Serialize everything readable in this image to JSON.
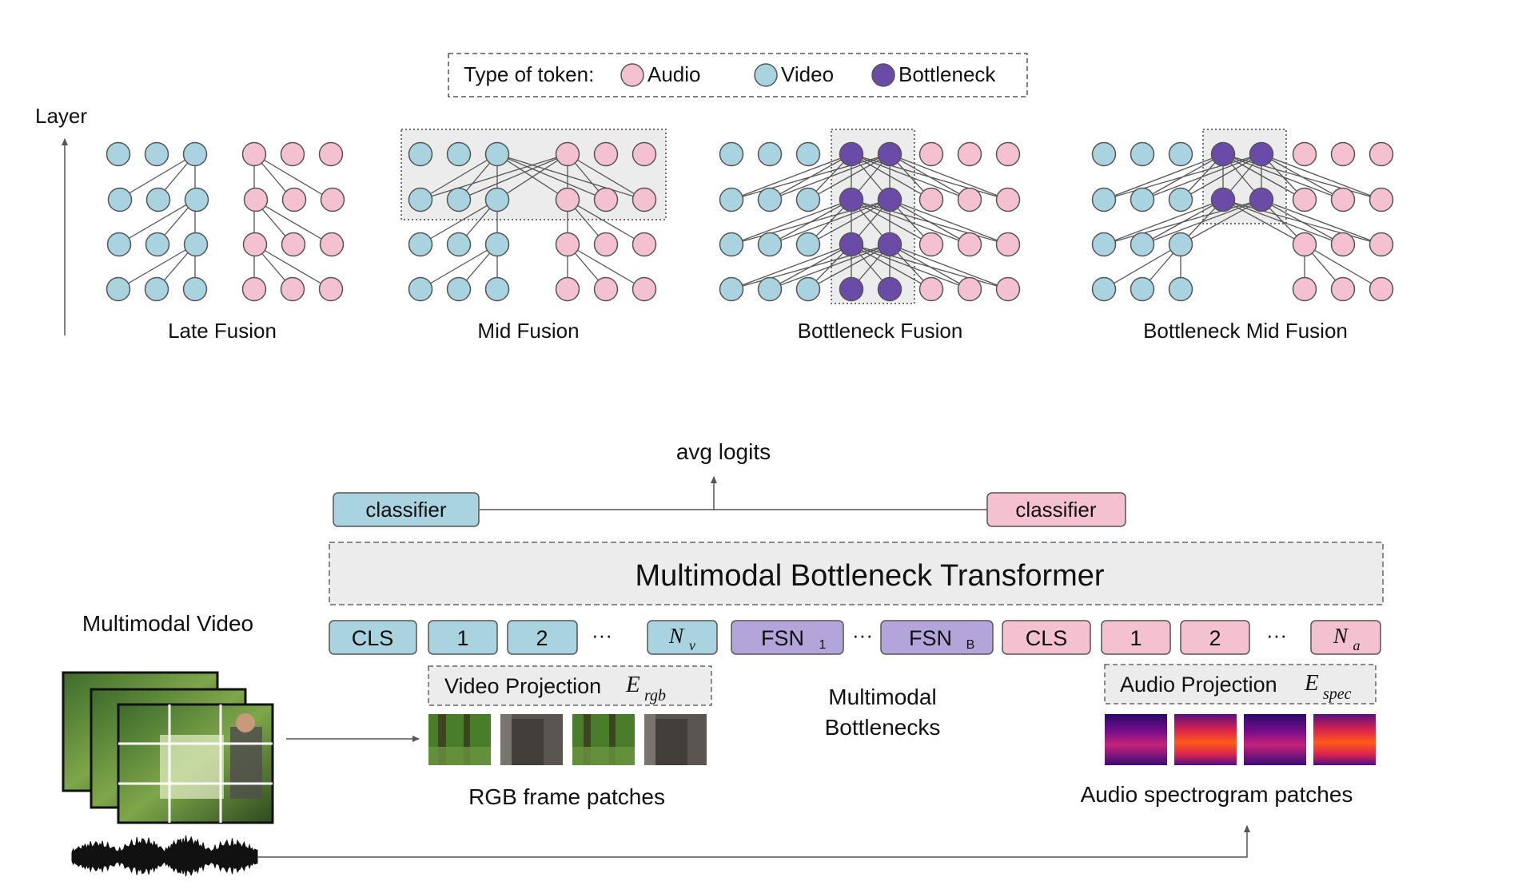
{
  "legend": {
    "prefix": "Type of token:",
    "items": [
      {
        "key": "audio",
        "label": "Audio"
      },
      {
        "key": "video",
        "label": "Video"
      },
      {
        "key": "bottleneck",
        "label": "Bottleneck"
      }
    ]
  },
  "layer_axis_label": "Layer",
  "fusion_panels": [
    {
      "id": "late",
      "label": "Late Fusion"
    },
    {
      "id": "mid",
      "label": "Mid Fusion"
    },
    {
      "id": "bottleneck",
      "label": "Bottleneck Fusion"
    },
    {
      "id": "bottleneck-mid",
      "label": "Bottleneck Mid Fusion"
    }
  ],
  "colors": {
    "audio": "#f4c1d0",
    "video": "#a9d3df",
    "bottleneck": "#6a4ba8",
    "bottleneck_token": "#b3a4da",
    "fusion_region": "#ececec",
    "stroke": "#555555"
  },
  "architecture": {
    "output_label": "avg logits",
    "video_classifier": "classifier",
    "audio_classifier": "classifier",
    "transformer_label": "Multimodal Bottleneck Transformer",
    "input_label": "Multimodal Video",
    "video_tokens": {
      "cls": "CLS",
      "t1": "1",
      "t2": "2",
      "dots": "···",
      "last_base": "N",
      "last_sub": "v"
    },
    "bottleneck_tokens": {
      "first_base": "FSN",
      "first_sub": "1",
      "dots": "···",
      "last_base": "FSN",
      "last_sub": "B"
    },
    "audio_tokens": {
      "cls": "CLS",
      "t1": "1",
      "t2": "2",
      "dots": "···",
      "last_base": "N",
      "last_sub": "a"
    },
    "video_projection": {
      "label": "Video Projection",
      "symbol": "E",
      "sub": "rgb"
    },
    "audio_projection": {
      "label": "Audio Projection",
      "symbol": "E",
      "sub": "spec"
    },
    "bottleneck_caption_line1": "Multimodal",
    "bottleneck_caption_line2": "Bottlenecks",
    "rgb_caption": "RGB frame patches",
    "spec_caption": "Audio spectrogram patches"
  }
}
